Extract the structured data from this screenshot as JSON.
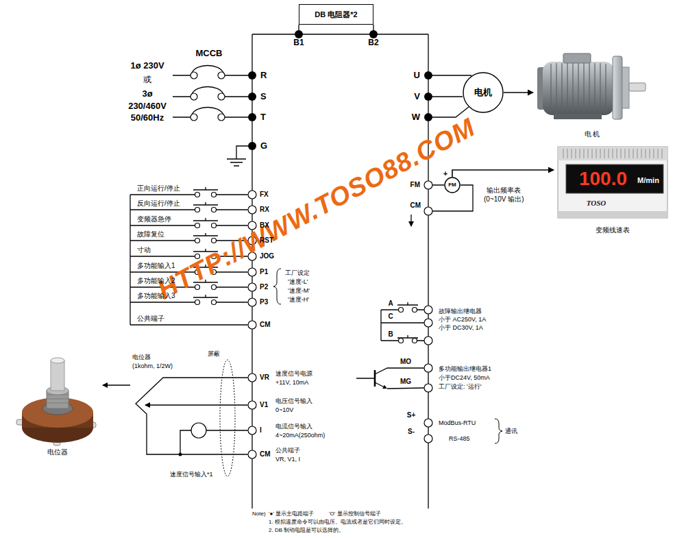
{
  "diagram": {
    "nodes": [
      {
        "text": [
          "DB 电阻器*2"
        ]
      },
      {
        "text": [
          "电机"
        ]
      },
      {
        "text": [
          "电 机"
        ]
      },
      {
        "text": [
          "FM"
        ]
      },
      {
        "text": [
          "100.0",
          "M/min",
          "TOSO",
          "变频线速表"
        ]
      },
      {
        "text": [
          "电位器"
        ]
      }
    ],
    "edges": [
      {
        "from": 1,
        "to": 2,
        "arrow": "to"
      },
      {
        "from": 3,
        "to": 4,
        "arrow": "to"
      }
    ],
    "labels": [
      "B1",
      "B2",
      "MCCB",
      "1ø 230V",
      "或",
      "3ø",
      "230/460V",
      "50/60Hz",
      "R",
      "S",
      "T",
      "G",
      "U",
      "V",
      "W",
      "+",
      "FM",
      "CM",
      "输出频率表",
      "(0~10V 输出)",
      "正向运行/停止",
      "FX",
      "反向运行/停止",
      "RX",
      "变频器急停",
      "BX",
      "故障复位",
      "RST",
      "寸动",
      "JOG",
      "多功能输入1",
      "P1",
      "多功能输入2",
      "P2",
      "多功能输入3",
      "P3",
      "公共端子",
      "CM",
      "工厂设定",
      "'速度-L'",
      "'速度-M'",
      "'速度-H'",
      "A",
      "C",
      "B",
      "故障输出继电器",
      "小于 AC250V, 1A",
      "小于 DC30V, 1A",
      "MO",
      "MG",
      "多功能输出继电器1",
      "小于DC24V, 50mA",
      "工厂设定: '运行'",
      "S+",
      "S-",
      "ModBus-RTU",
      "RS-485",
      "通讯",
      "电位器",
      "(1kohm, 1/2W)",
      "屏蔽",
      "VR",
      "速度信号电源",
      "+11V, 10mA",
      "V1",
      "电压信号输入",
      "0~10V",
      "I",
      "电流信号输入",
      "4~20mA(250ohm)",
      "CM",
      "公共端子",
      "VR, V1, I",
      "速度信号输入*1",
      "Note)",
      "'●' 显示主电路端子",
      "'O' 显示控制信号端子",
      "1. 模拟速度命令可以由电压、电流或者是它们同时设定。",
      "2. DB 制动电阻是可以选择的。",
      "HTTP://WWW.TOSO88.COM"
    ]
  }
}
